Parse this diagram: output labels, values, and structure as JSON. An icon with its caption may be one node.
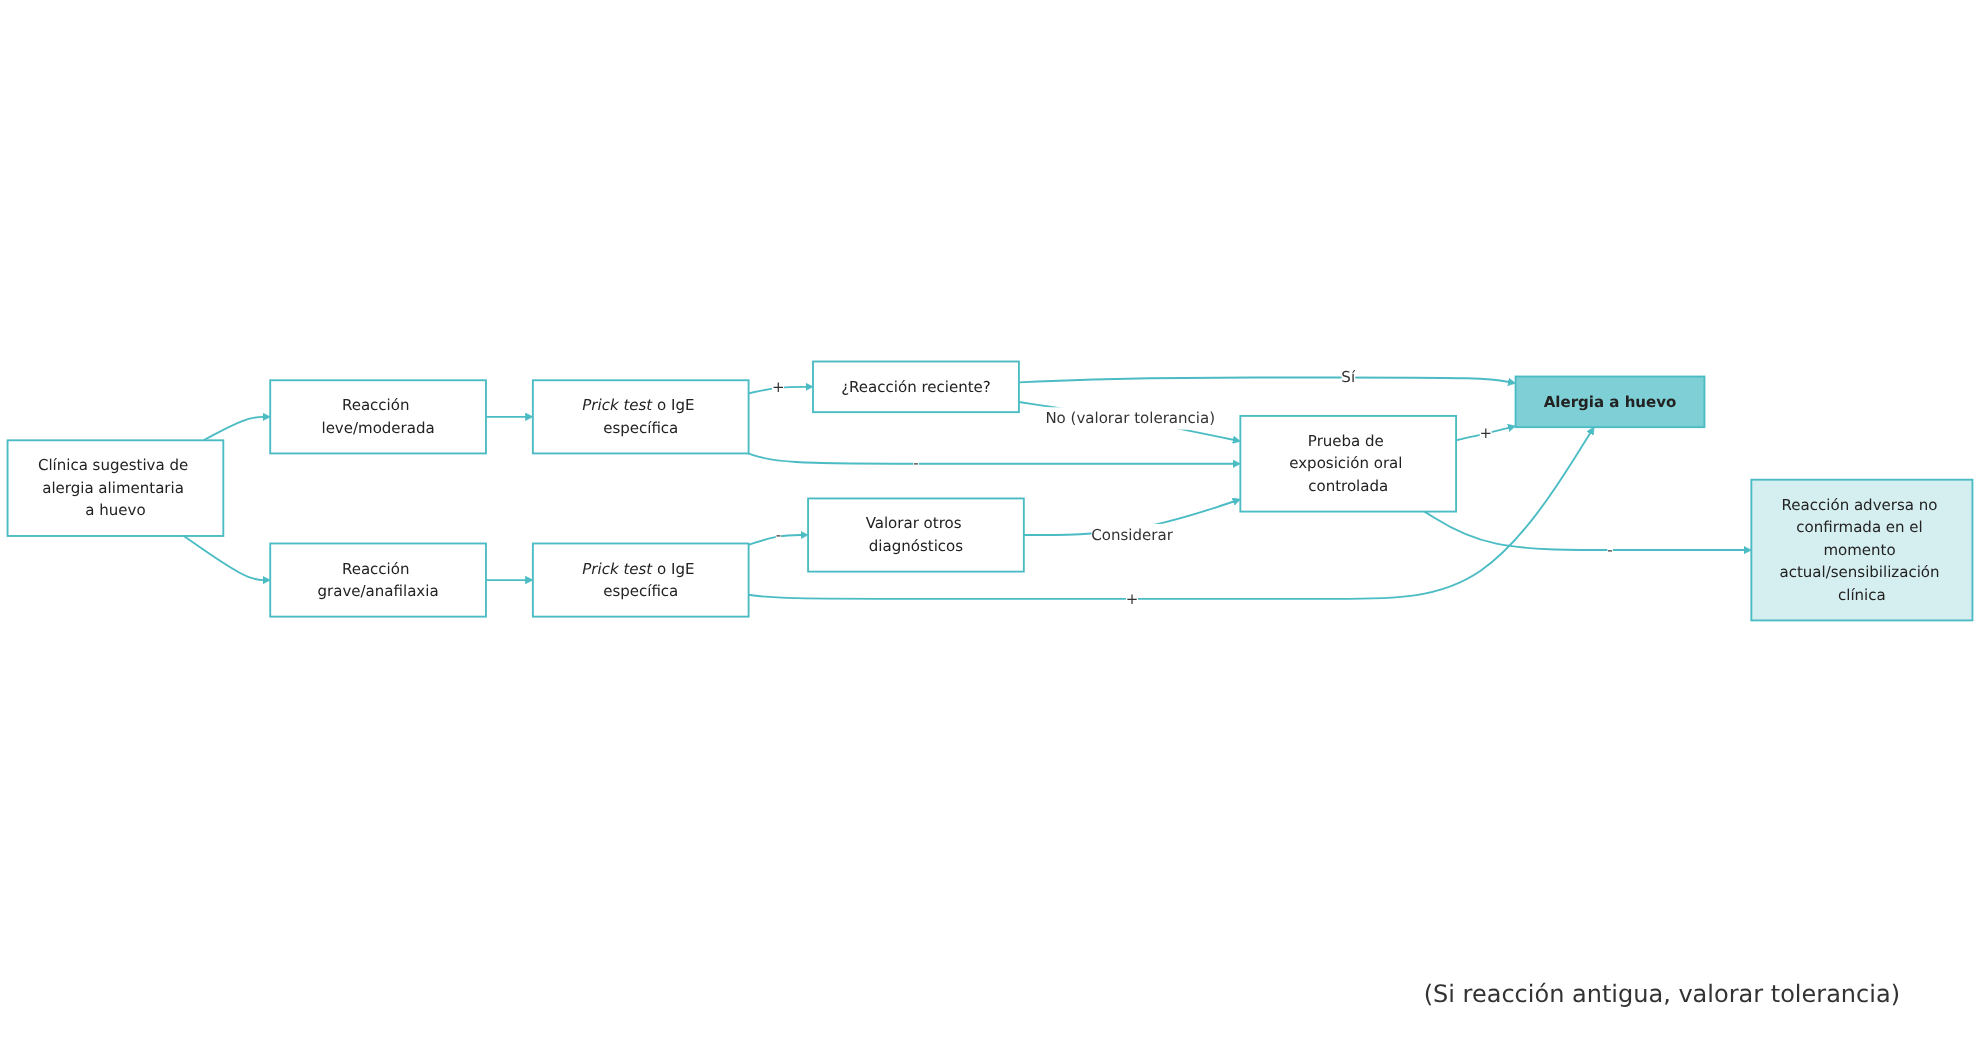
{
  "diagram": {
    "nodes": [
      {
        "text": [
          "Clínica sugestiva de alergia alimentaria a huevo"
        ]
      },
      {
        "text": [
          "Reacción leve/moderada"
        ]
      },
      {
        "text": [
          "*Prick test* o IgE específica"
        ]
      },
      {
        "text": [
          "¿Reacción reciente?"
        ]
      },
      {
        "text": [
          "Prueba de exposición oral controlada"
        ]
      },
      {
        "text": [
          "Alergia a huevo"
        ]
      },
      {
        "text": [
          "Valorar otros diagnósticos"
        ]
      },
      {
        "text": [
          "Reacción adversa no confirmada en el momento actual/sensibilización clínica"
        ]
      },
      {
        "text": [
          "Reacción grave/anafilaxia"
        ]
      },
      {
        "text": [
          "*Prick test* o IgE específica"
        ]
      }
    ],
    "edges": [
      {
        "from": 0,
        "to": 1,
        "arrow": "to"
      },
      {
        "from": 0,
        "to": 8,
        "arrow": "to"
      },
      {
        "from": 1,
        "to": 2,
        "arrow": "to"
      },
      {
        "from": 2,
        "to": 3,
        "arrow": "to",
        "label": "+"
      },
      {
        "from": 2,
        "to": 4,
        "arrow": "to",
        "label": "-"
      },
      {
        "from": 3,
        "to": 5,
        "arrow": "to",
        "label": "Sí"
      },
      {
        "from": 3,
        "to": 4,
        "arrow": "to",
        "label": "No (valorar tolerancia)"
      },
      {
        "from": 6,
        "to": 4,
        "arrow": "to",
        "label": "Considerar"
      },
      {
        "from": 4,
        "to": 5,
        "arrow": "to",
        "label": "+"
      },
      {
        "from": 4,
        "to": 7,
        "arrow": "to",
        "label": "-"
      },
      {
        "from": 8,
        "to": 9,
        "arrow": "to"
      },
      {
        "from": 9,
        "to": 6,
        "arrow": "to",
        "label": "-"
      },
      {
        "from": 9,
        "to": 5,
        "arrow": "to",
        "label": "+"
      }
    ],
    "labels": [
      "(Si reacción antigua, valorar tolerancia)"
    ]
  }
}
